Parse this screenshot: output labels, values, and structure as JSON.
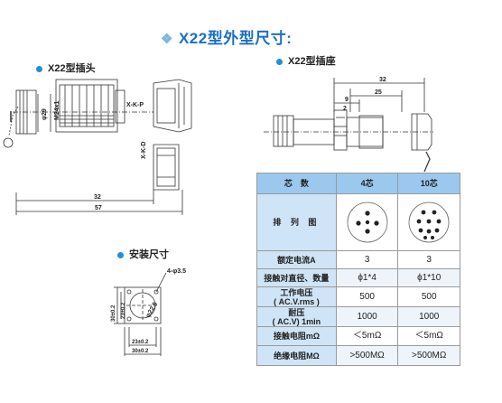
{
  "title": {
    "deco": "❖",
    "text": "X22型外型尺寸:"
  },
  "sections": {
    "plug": "X22型插头",
    "socket": "X22型插座",
    "install": "安装尺寸"
  },
  "plug_dims": {
    "d1": "φ29",
    "d2": "M24x1",
    "kp": "X-K-P",
    "kd": "X-K-D",
    "l1": "32",
    "l2": "57"
  },
  "socket_dims": {
    "l32": "32",
    "l25": "25",
    "l9": "9",
    "l2": "2"
  },
  "install_dims": {
    "holes": "4-φ3.5",
    "dia": "φ22.5",
    "h1": "30±0.2",
    "h2": "23±0.2",
    "w1": "23±0.2",
    "w2": "30±0.2"
  },
  "table": {
    "header": [
      "芯　数",
      "4芯",
      "10芯"
    ],
    "arrangement_label": "排 列 图",
    "rows": [
      {
        "label": "额定电流A",
        "v4": "3",
        "v10": "3"
      },
      {
        "label": "接触对直径、数量",
        "v4": "ϕ1*4",
        "v10": "ϕ1*10"
      },
      {
        "label": "工作电压\n( AC.V.rms )",
        "v4": "500",
        "v10": "500"
      },
      {
        "label": "耐压\n( AC.V) 1min",
        "v4": "1000",
        "v10": "1000"
      },
      {
        "label": "接触电阻mΩ",
        "v4": "＜5mΩ",
        "v10": "＜5mΩ"
      },
      {
        "label": "绝缘电阻MΩ",
        "v4": ">500MΩ",
        "v10": ">500MΩ"
      }
    ]
  }
}
